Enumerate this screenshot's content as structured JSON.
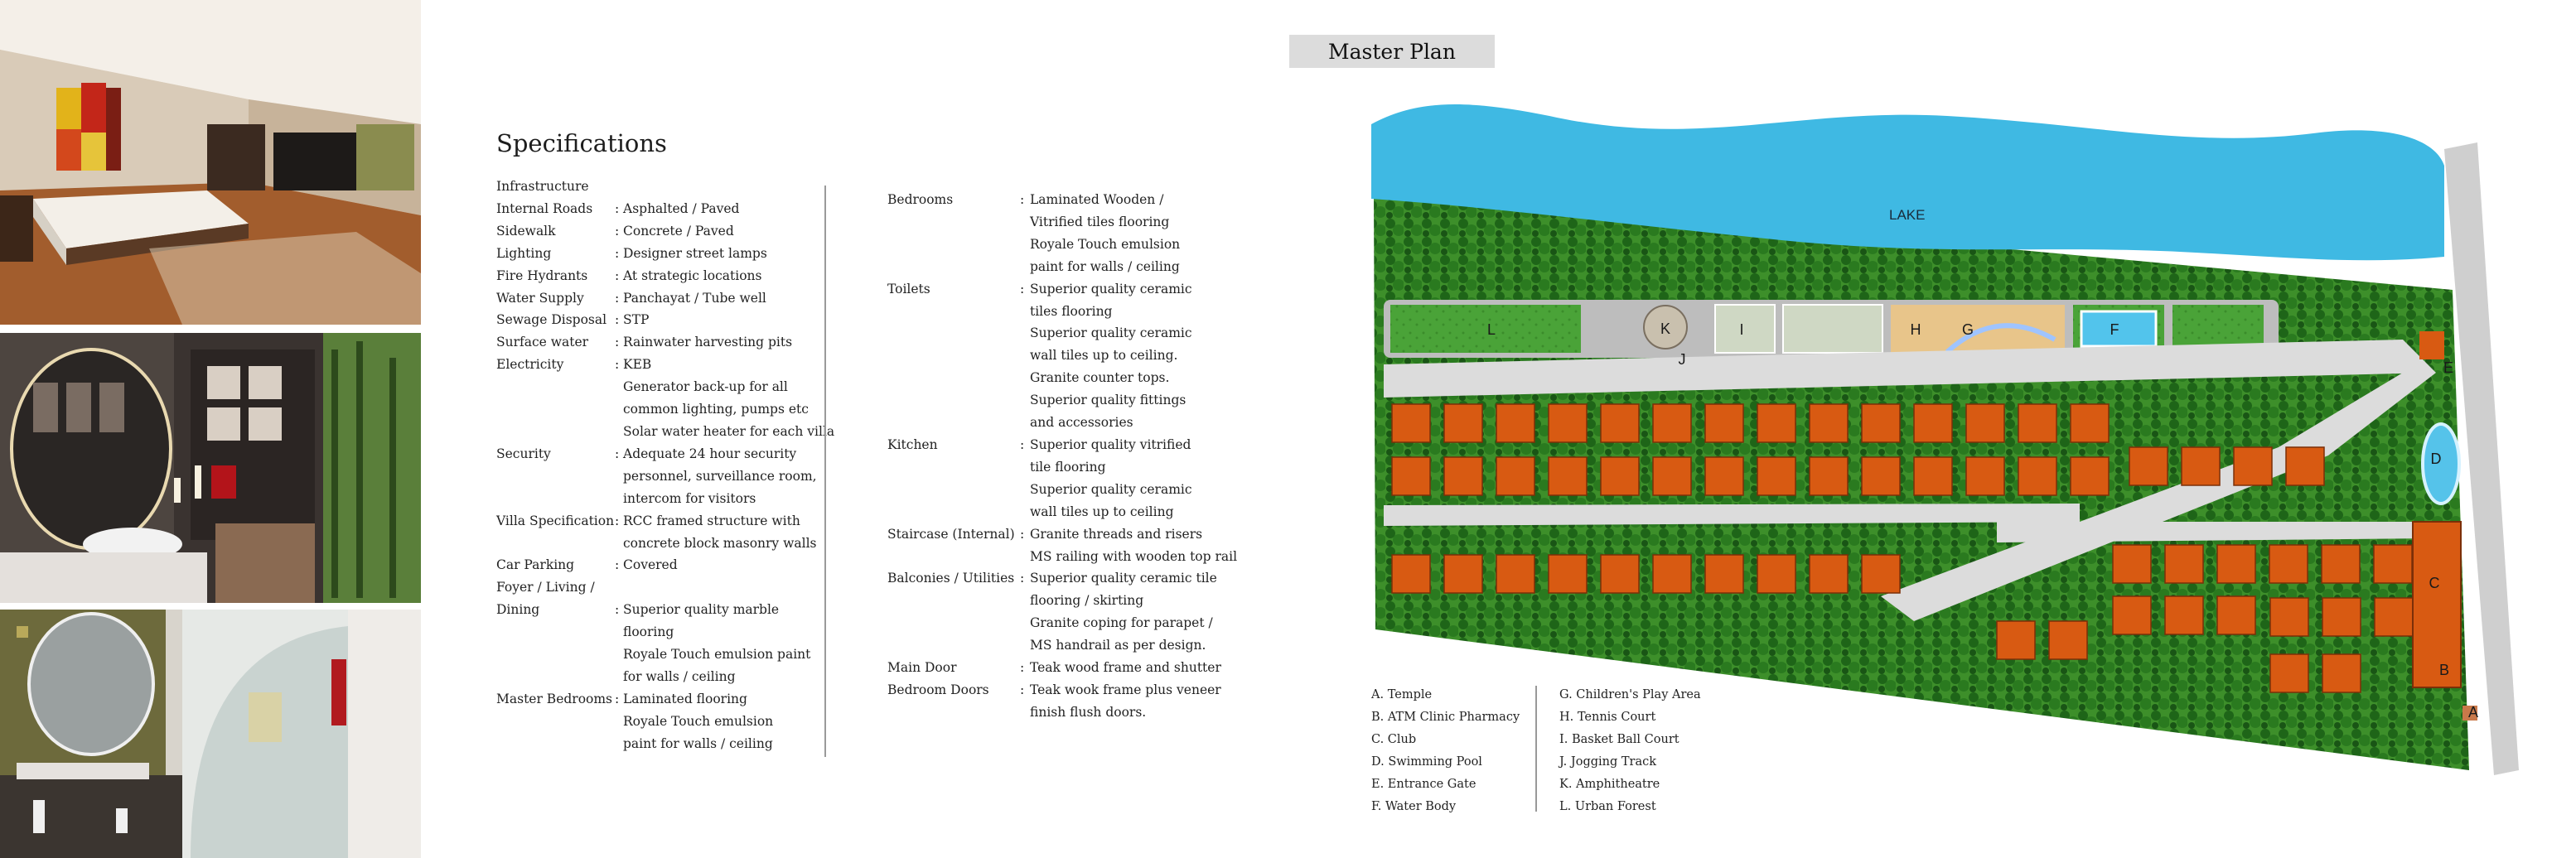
{
  "photos": [
    {
      "name": "bedroom-photo"
    },
    {
      "name": "bathroom-photo"
    },
    {
      "name": "shower-room-photo"
    }
  ],
  "specifications": {
    "title": "Specifications",
    "heading": "Infrastructure",
    "left": [
      {
        "label": "Internal Roads",
        "sep": ":",
        "lines": [
          "Asphalted / Paved"
        ]
      },
      {
        "label": "Sidewalk",
        "sep": ":",
        "lines": [
          "Concrete / Paved"
        ]
      },
      {
        "label": "Lighting",
        "sep": ":",
        "lines": [
          "Designer street lamps"
        ]
      },
      {
        "label": "Fire Hydrants",
        "sep": ":",
        "lines": [
          "At strategic locations"
        ]
      },
      {
        "label": "Water Supply",
        "sep": ":",
        "lines": [
          "Panchayat / Tube well"
        ]
      },
      {
        "label": "Sewage Disposal",
        "sep": ":",
        "lines": [
          "STP"
        ]
      },
      {
        "label": "Surface water",
        "sep": ":",
        "lines": [
          "Rainwater harvesting pits"
        ]
      },
      {
        "label": "Electricity",
        "sep": ":",
        "lines": [
          "KEB",
          "Generator back-up for all",
          "common lighting, pumps etc",
          "Solar water heater for each villa"
        ]
      },
      {
        "label": "Security",
        "sep": ":",
        "lines": [
          "Adequate 24 hour security",
          "personnel, surveillance room,",
          "intercom for visitors"
        ]
      },
      {
        "label": "Villa Specification",
        "sep": ":",
        "lines": [
          "RCC framed structure with",
          "concrete block masonry walls"
        ]
      },
      {
        "label": "Car Parking",
        "sep": ":",
        "lines": [
          "Covered"
        ]
      },
      {
        "label": "Foyer / Living  /",
        "sep": "",
        "lines": [
          ""
        ]
      },
      {
        "label": "Dining",
        "sep": ":",
        "lines": [
          "Superior quality marble",
          "flooring",
          "Royale Touch emulsion paint",
          "for walls / ceiling"
        ]
      },
      {
        "label": "Master Bedrooms",
        "sep": ":",
        "lines": [
          "Laminated flooring",
          "Royale Touch emulsion",
          "paint for walls / ceiling"
        ]
      }
    ],
    "right": [
      {
        "label": "Bedrooms",
        "sep": ":",
        "lines": [
          "Laminated Wooden /",
          "Vitrified tiles flooring",
          "Royale Touch emulsion",
          "paint for walls / ceiling"
        ]
      },
      {
        "label": "Toilets",
        "sep": ":",
        "lines": [
          "Superior quality ceramic",
          "tiles flooring",
          "Superior quality ceramic",
          "wall tiles up to ceiling.",
          "Granite counter tops.",
          "Superior quality fittings",
          "and accessories"
        ]
      },
      {
        "label": "Kitchen",
        "sep": ":",
        "lines": [
          "Superior quality vitrified",
          "tile flooring",
          "Superior quality ceramic",
          "wall tiles up to ceiling"
        ]
      },
      {
        "label": "Staircase (Internal)",
        "sep": ":",
        "lines": [
          "Granite threads and risers",
          "MS railing with wooden top rail"
        ]
      },
      {
        "label": "Balconies / Utilities",
        "sep": ":",
        "lines": [
          "Superior quality ceramic tile",
          "flooring / skirting",
          "Granite coping for parapet /",
          "MS handrail as per design."
        ]
      },
      {
        "label": "Main Door",
        "sep": ":",
        "lines": [
          "Teak wood  frame and shutter"
        ]
      },
      {
        "label": "Bedroom Doors",
        "sep": ":",
        "lines": [
          "Teak wook frame plus veneer",
          "finish flush doors."
        ]
      }
    ]
  },
  "master_plan": {
    "title": "Master Plan",
    "lake_label": "LAKE",
    "site_letters": [
      "A",
      "B",
      "C",
      "D",
      "E",
      "F",
      "G",
      "H",
      "I",
      "J",
      "K",
      "L"
    ],
    "legend_left": [
      "A. Temple",
      "B. ATM Clinic Pharmacy",
      "C. Club",
      "D. Swimming Pool",
      "E. Entrance Gate",
      "F. Water Body"
    ],
    "legend_right": [
      "G. Children's Play Area",
      "H. Tennis Court",
      "I. Basket Ball Court",
      "J. Jogging Track",
      "K. Amphitheatre",
      "L. Urban Forest"
    ]
  },
  "colors": {
    "lake": "#3db8e0",
    "grass": "#3f9c2e",
    "trees": "#1f6b1a",
    "road": "#d7d7d7",
    "roof": "#d85a12",
    "title_bg": "#dcdcdc"
  }
}
